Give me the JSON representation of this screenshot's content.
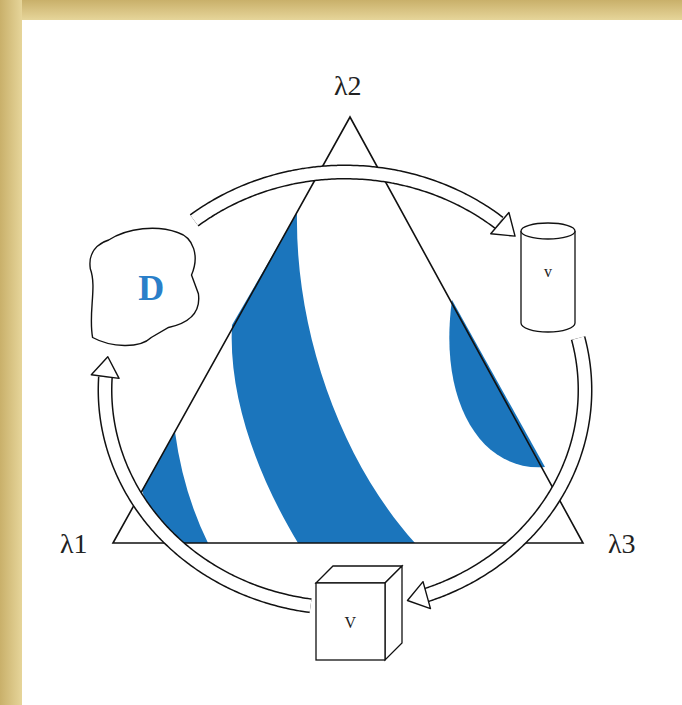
{
  "diagram": {
    "nodes": [
      {
        "text": [
          "D"
        ]
      },
      {
        "text": [
          "v"
        ]
      },
      {
        "text": [
          "V"
        ]
      }
    ],
    "edges": [
      {
        "from": 0,
        "to": 1,
        "arrow": "to"
      },
      {
        "from": 1,
        "to": 2,
        "arrow": "to"
      },
      {
        "from": 2,
        "to": 0,
        "arrow": "to"
      }
    ],
    "labels": [
      "λ1",
      "λ2",
      "λ3"
    ]
  }
}
